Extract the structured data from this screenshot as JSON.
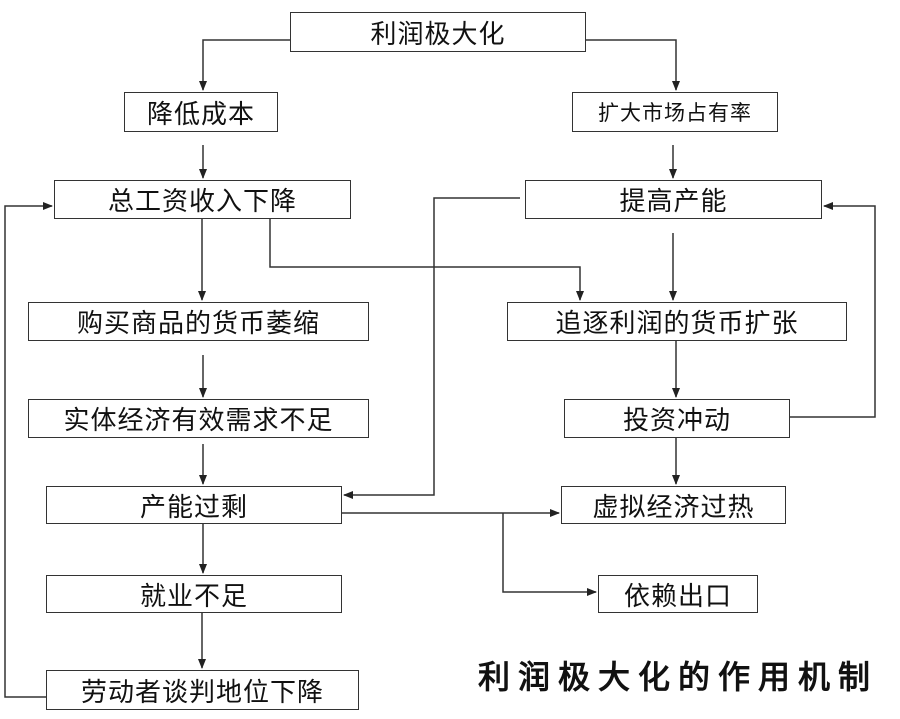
{
  "title": "利润极大化",
  "caption": "利润极大化的作用机制",
  "nodes": {
    "profit_max": "利润极大化",
    "reduce_cost": "降低成本",
    "expand_market_share": "扩大市场占有率",
    "total_wage_decline": "总工资收入下降",
    "raise_capacity": "提高产能",
    "consumer_money_shrink": "购买商品的货币萎缩",
    "profit_money_expand": "追逐利润的货币扩张",
    "real_demand_shortage": "实体经济有效需求不足",
    "investment_impulse": "投资冲动",
    "overcapacity": "产能过剩",
    "virtual_overheat": "虚拟经济过热",
    "unemployment": "就业不足",
    "export_dependence": "依赖出口",
    "labor_bargain_decline": "劳动者谈判地位下降"
  },
  "edges": [
    {
      "from": "profit_max",
      "to": "reduce_cost"
    },
    {
      "from": "profit_max",
      "to": "expand_market_share"
    },
    {
      "from": "reduce_cost",
      "to": "total_wage_decline"
    },
    {
      "from": "expand_market_share",
      "to": "raise_capacity"
    },
    {
      "from": "total_wage_decline",
      "to": "consumer_money_shrink"
    },
    {
      "from": "total_wage_decline",
      "to": "profit_money_expand"
    },
    {
      "from": "raise_capacity",
      "to": "profit_money_expand"
    },
    {
      "from": "raise_capacity",
      "to": "overcapacity"
    },
    {
      "from": "consumer_money_shrink",
      "to": "real_demand_shortage"
    },
    {
      "from": "profit_money_expand",
      "to": "investment_impulse"
    },
    {
      "from": "investment_impulse",
      "to": "raise_capacity"
    },
    {
      "from": "investment_impulse",
      "to": "virtual_overheat"
    },
    {
      "from": "real_demand_shortage",
      "to": "overcapacity"
    },
    {
      "from": "overcapacity",
      "to": "virtual_overheat"
    },
    {
      "from": "overcapacity",
      "to": "export_dependence"
    },
    {
      "from": "overcapacity",
      "to": "unemployment"
    },
    {
      "from": "unemployment",
      "to": "labor_bargain_decline"
    },
    {
      "from": "labor_bargain_decline",
      "to": "total_wage_decline"
    }
  ]
}
